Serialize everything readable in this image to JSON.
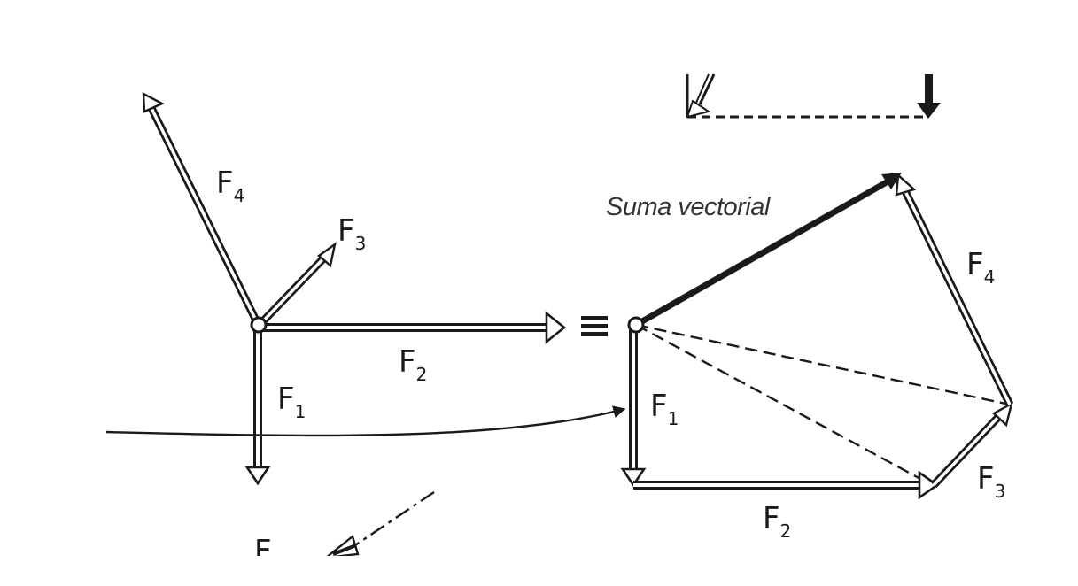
{
  "diagram": {
    "caption": "Suma vectorial",
    "equivalence_symbol": "≡",
    "left_system": {
      "forces": [
        {
          "letter": "F",
          "sub": "1"
        },
        {
          "letter": "F",
          "sub": "2"
        },
        {
          "letter": "F",
          "sub": "3"
        },
        {
          "letter": "F",
          "sub": "4"
        }
      ],
      "bottom_partial_label": "F"
    },
    "polygon": {
      "forces": [
        {
          "letter": "F",
          "sub": "1"
        },
        {
          "letter": "F",
          "sub": "2"
        },
        {
          "letter": "F",
          "sub": "3"
        },
        {
          "letter": "F",
          "sub": "4"
        }
      ]
    },
    "colors": {
      "ink": "#1a1a1a",
      "background": "#ffffff"
    }
  }
}
